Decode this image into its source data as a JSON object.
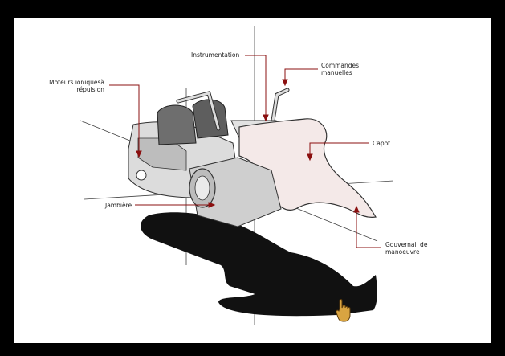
{
  "labels": {
    "instrumentation": "Instrumentation",
    "commandes_line1": "Commandes",
    "commandes_line2": "manuelles",
    "moteurs_line1": "Moteurs ioniquesà",
    "moteurs_line2": "répulsion",
    "capot": "Capot",
    "jambiere": "Jambière",
    "gouvernail_line1": "Gouvernail de",
    "gouvernail_line2": "manoeuvre"
  },
  "colors": {
    "background": "#000000",
    "paper": "#ffffff",
    "leader_line": "#8b1010",
    "shadow": "#111111",
    "hand_cursor": "#d9a441"
  },
  "cursor": {
    "icon": "pointing-hand-icon"
  }
}
